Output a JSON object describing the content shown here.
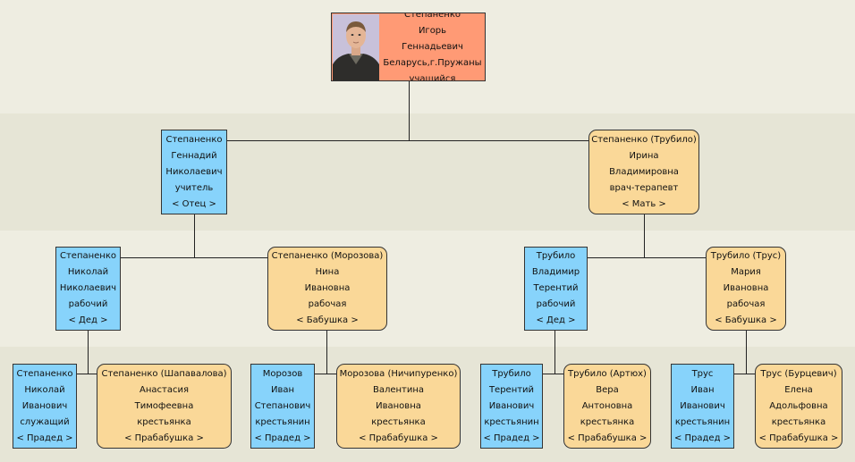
{
  "root": {
    "lines": [
      "Степаненко",
      "Игорь",
      "Геннадьевич",
      "Беларусь,г.Пружаны",
      "учащийся"
    ],
    "photo": "person-photo"
  },
  "parents": [
    {
      "lines": [
        "Степаненко",
        "Геннадий",
        "Николаевич",
        "учитель",
        "< Отец >"
      ],
      "gender": "male"
    },
    {
      "lines": [
        "Степаненко (Трубило)",
        "Ирина",
        "Владимировна",
        "врач-терапевт",
        "< Мать >"
      ],
      "gender": "female"
    }
  ],
  "grandparents": [
    {
      "lines": [
        "Степаненко",
        "Николай",
        "Николаевич",
        "рабочий",
        "< Дед >"
      ],
      "gender": "male"
    },
    {
      "lines": [
        "Степаненко (Морозова)",
        "Нина",
        "Ивановна",
        "рабочая",
        "< Бабушка >"
      ],
      "gender": "female"
    },
    {
      "lines": [
        "Трубило",
        "Владимир",
        "Терентий",
        "рабочий",
        "< Дед >"
      ],
      "gender": "male"
    },
    {
      "lines": [
        "Трубило (Трус)",
        "Мария",
        "Ивановна",
        "рабочая",
        "< Бабушка >"
      ],
      "gender": "female"
    }
  ],
  "great_grandparents": [
    {
      "lines": [
        "Степаненко",
        "Николай",
        "Иванович",
        "служащий",
        "< Прадед >"
      ],
      "gender": "male"
    },
    {
      "lines": [
        "Степаненко (Шапавалова)",
        "Анастасия",
        "Тимофеевна",
        "крестьянка",
        "< Прабабушка >"
      ],
      "gender": "female"
    },
    {
      "lines": [
        "Морозов",
        "Иван",
        "Степанович",
        "крестьянин",
        "< Прадед >"
      ],
      "gender": "male"
    },
    {
      "lines": [
        "Морозова (Ничипуренко)",
        "Валентина",
        "Ивановна",
        "крестьянка",
        "< Прабабушка >"
      ],
      "gender": "female"
    },
    {
      "lines": [
        "Трубило",
        "Терентий",
        "Иванович",
        "крестьянин",
        "< Прадед >"
      ],
      "gender": "male"
    },
    {
      "lines": [
        "Трубило (Артюх)",
        "Вера",
        "Антоновна",
        "крестьянка",
        "< Прабабушка >"
      ],
      "gender": "female"
    },
    {
      "lines": [
        "Трус",
        "Иван",
        "Иванович",
        "крестьянин",
        "< Прадед >"
      ],
      "gender": "male"
    },
    {
      "lines": [
        "Трус (Бурцевич)",
        "Елена",
        "Адольфовна",
        "крестьянка",
        "< Прабабушка >"
      ],
      "gender": "female"
    }
  ],
  "colors": {
    "male": "#87d3fb",
    "female": "#fad898",
    "root": "#ff9a75",
    "line": "#222222"
  }
}
